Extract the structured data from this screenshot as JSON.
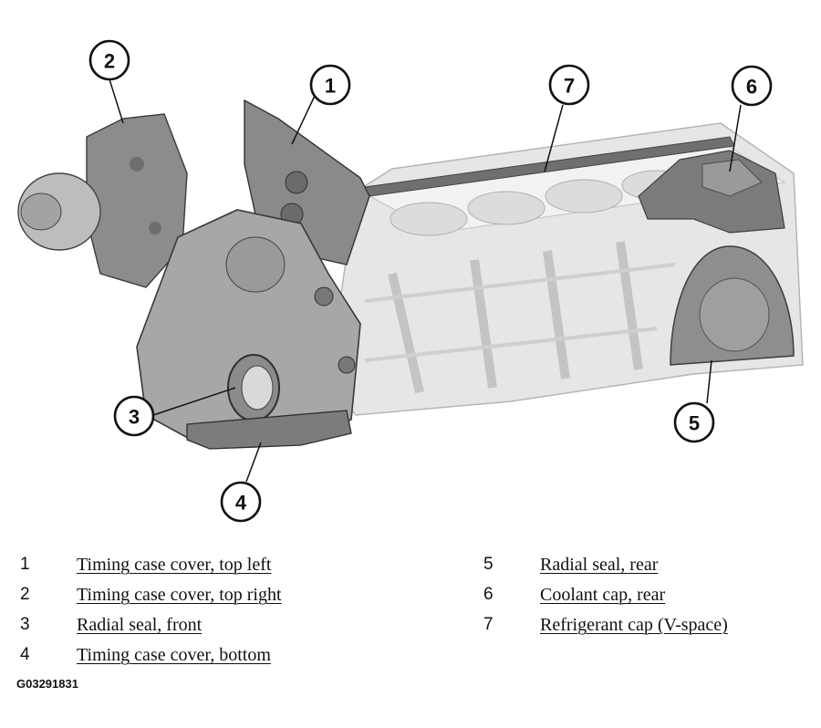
{
  "callouts": [
    {
      "number": "1"
    },
    {
      "number": "2"
    },
    {
      "number": "3"
    },
    {
      "number": "4"
    },
    {
      "number": "5"
    },
    {
      "number": "6"
    },
    {
      "number": "7"
    }
  ],
  "legend": [
    {
      "number": "1",
      "label": "Timing case cover, top left"
    },
    {
      "number": "2",
      "label": "Timing case cover, top right"
    },
    {
      "number": "3",
      "label": "Radial seal, front"
    },
    {
      "number": "4",
      "label": "Timing case cover, bottom"
    },
    {
      "number": "5",
      "label": "Radial seal, rear"
    },
    {
      "number": "6",
      "label": "Coolant cap, rear"
    },
    {
      "number": "7",
      "label": "Refrigerant cap (V-space)"
    }
  ],
  "figure_id": "G03291831",
  "colors": {
    "engine_block": "#e4e4e4",
    "engine_edge": "#b8b8b8",
    "cover_dark": "#8f8f8f",
    "cover_mid": "#a9a9a9",
    "cap_dark": "#7b7b7b"
  }
}
